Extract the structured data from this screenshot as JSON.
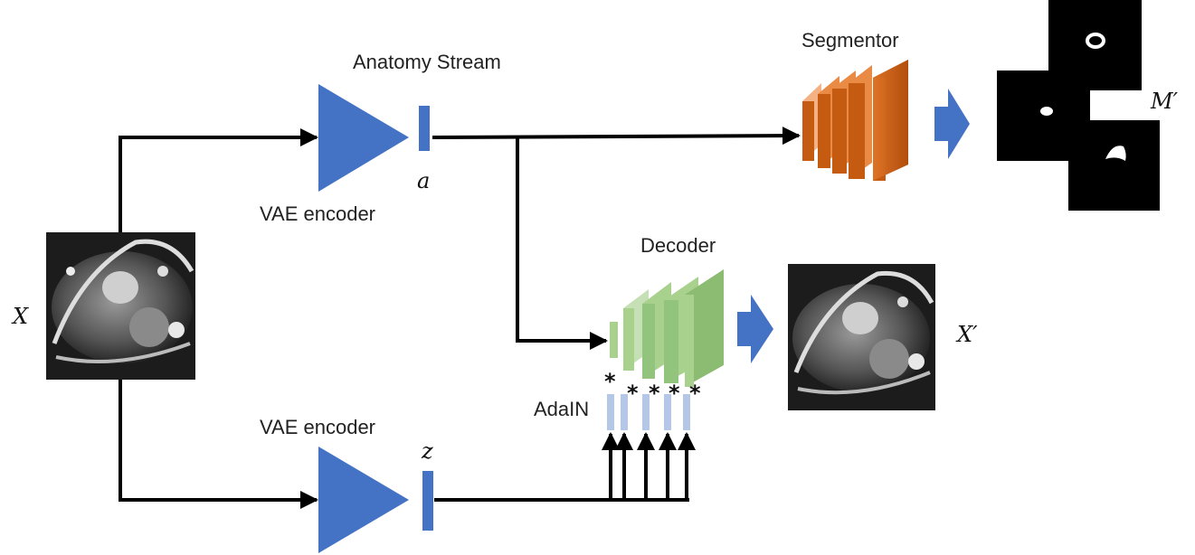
{
  "labels": {
    "anatomy_stream": "Anatomy Stream",
    "segmentor": "Segmentor",
    "vae_encoder_top": "VAE encoder",
    "vae_encoder_bottom": "VAE encoder",
    "decoder": "Decoder",
    "adain": "AdaIN"
  },
  "symbols": {
    "input_x": "X",
    "output_x": "X′",
    "output_m": "M′",
    "latent_a": "a",
    "latent_z": "z",
    "star": "*"
  },
  "colors": {
    "encoder_blue": "#4472C4",
    "segmentor_orange": "#C55A11",
    "decoder_green": "#A9D18E",
    "adain_lightblue": "#B4C7E7"
  }
}
